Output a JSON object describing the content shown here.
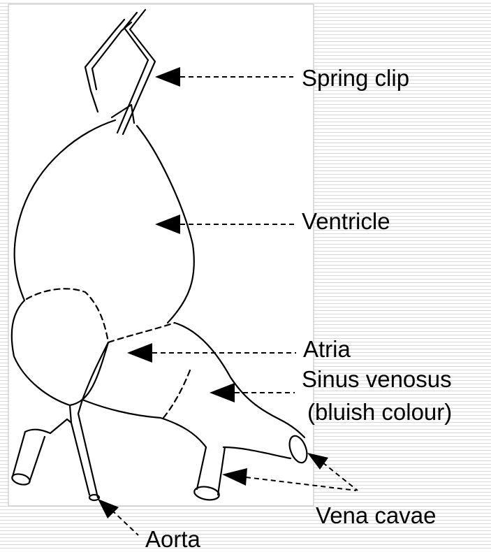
{
  "labels": {
    "spring_clip": "Spring clip",
    "ventricle": "Ventricle",
    "atria": "Atria",
    "sinus_venosus": "Sinus venosus",
    "sinus_venosus_note": "(bluish colour)",
    "vena_cavae": "Vena cavae",
    "aorta": "Aorta"
  }
}
